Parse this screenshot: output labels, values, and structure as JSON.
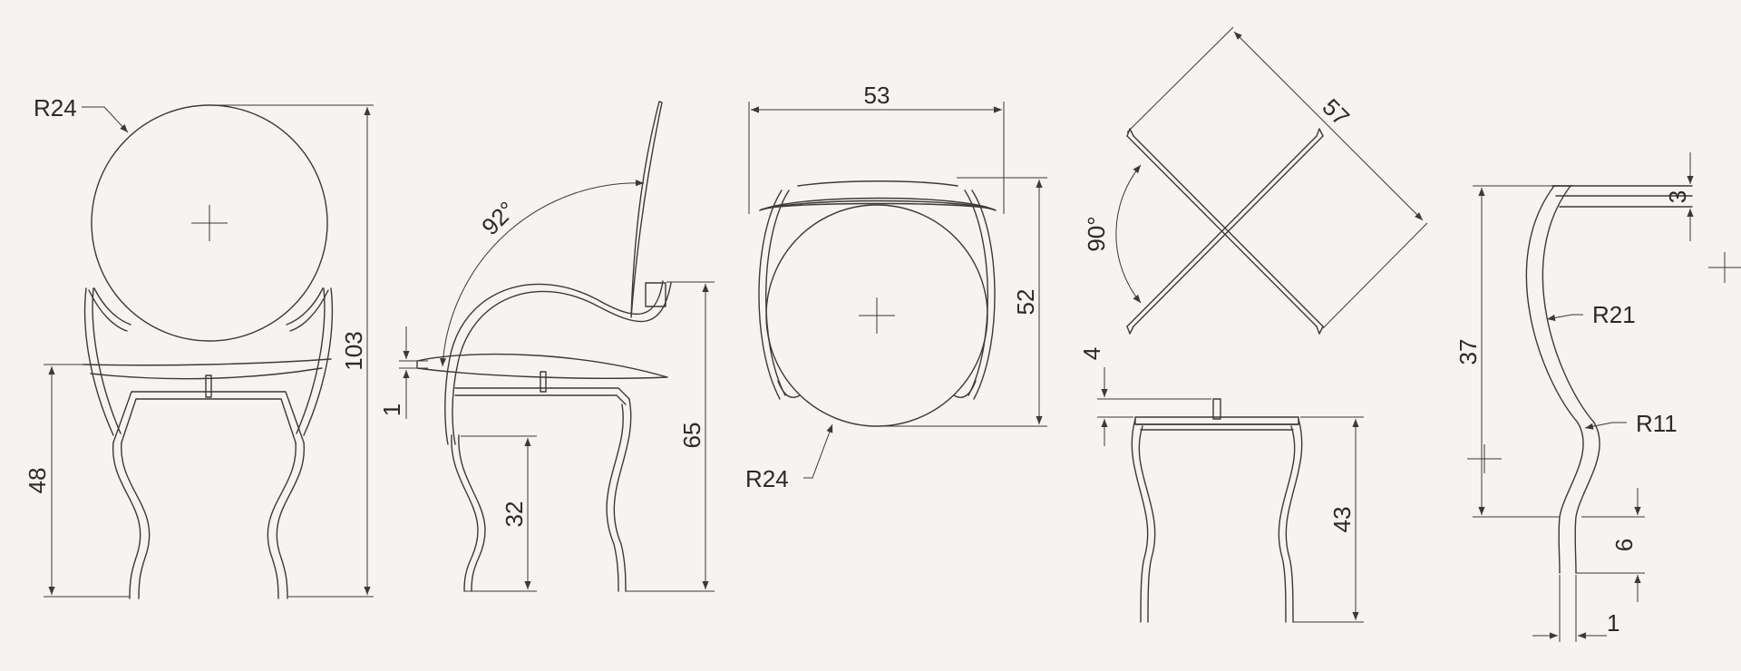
{
  "colors": {
    "background": "#f7f3f0",
    "line": "#3a3a3a",
    "text": "#2a2a2a"
  },
  "front_view": {
    "radius": "R24",
    "seat_height": "48",
    "total_height": "103"
  },
  "side_view": {
    "back_angle": "92°",
    "seat_thickness": "1",
    "leg_height": "32",
    "arm_height": "65"
  },
  "top_view": {
    "width": "53",
    "depth": "52",
    "radius": "R24"
  },
  "frame_view": {
    "diagonal": "57",
    "angle": "90°",
    "top_thickness": "4",
    "height": "43"
  },
  "leg_profile": {
    "top_thickness": "3",
    "height": "37",
    "upper_radius": "R21",
    "lower_radius": "R11",
    "foot_height": "6",
    "foot_width": "1"
  }
}
